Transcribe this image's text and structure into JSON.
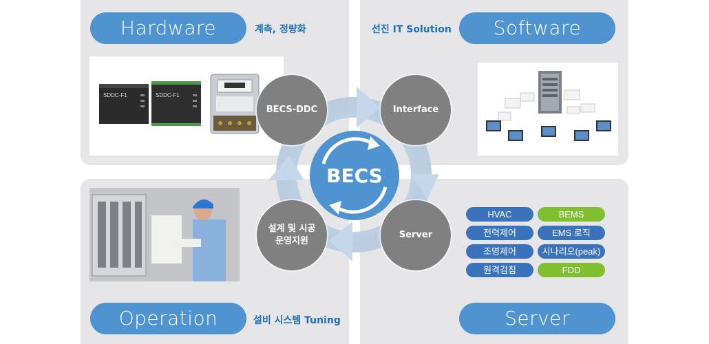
{
  "quadrants": {
    "hardware": {
      "title": "Hardware",
      "caption": "계측, 정량화"
    },
    "software": {
      "title": "Software",
      "caption": "선진 IT Solution"
    },
    "operation": {
      "title": "Operation",
      "caption": "설비 시스템 Tuning"
    },
    "server": {
      "title": "Server"
    }
  },
  "center": {
    "label": "BECS"
  },
  "nodes": {
    "becs_ddc": "BECS-DDC",
    "interface": "Interface",
    "server": "Server",
    "operation": "설계 및 시공\n운영지원"
  },
  "hardware_image": {
    "device1_label": "SDDC-F1",
    "device2_label": "SDDC-F1"
  },
  "tags": [
    {
      "label": "HVAC",
      "color": "#3a72bb"
    },
    {
      "label": "BEMS",
      "color": "#7fbf30"
    },
    {
      "label": "전력제어",
      "color": "#3a72bb"
    },
    {
      "label": "EMS 로직",
      "color": "#3a72bb"
    },
    {
      "label": "조명제어",
      "color": "#3a72bb"
    },
    {
      "label": "시나리오(peak)",
      "color": "#3a72bb"
    },
    {
      "label": "원격검침",
      "color": "#3a72bb"
    },
    {
      "label": "FDD",
      "color": "#7fbf30"
    }
  ]
}
